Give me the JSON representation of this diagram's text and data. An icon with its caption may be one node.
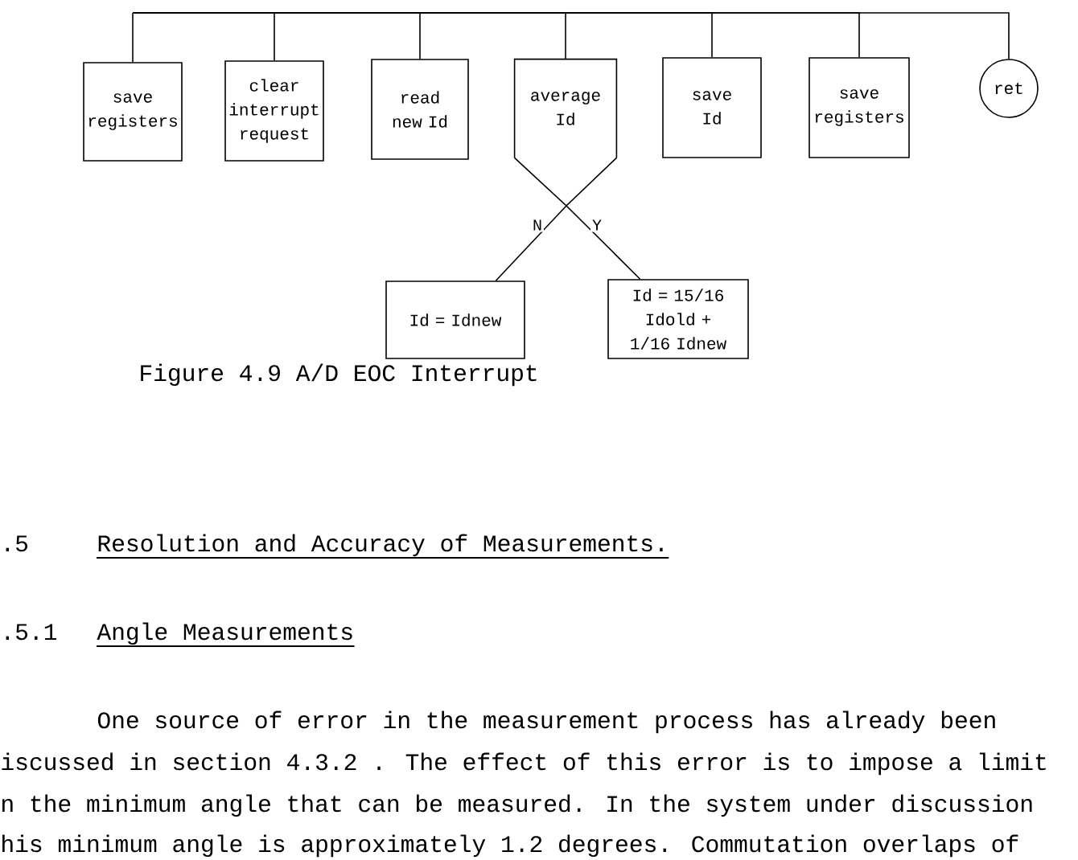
{
  "diagram": {
    "caption": "Figure 4.9 A/D EOC Interrupt",
    "nodes": [
      {
        "text": [
          "save registers"
        ]
      },
      {
        "text": [
          "clear interrupt request"
        ]
      },
      {
        "text": [
          "read new Id"
        ]
      },
      {
        "text": [
          "average Id"
        ]
      },
      {
        "text": [
          "save Id"
        ]
      },
      {
        "text": [
          "save registers"
        ]
      },
      {
        "text": [
          "ret"
        ]
      },
      {
        "text": [
          "Id = Idnew"
        ]
      },
      {
        "text": [
          "Id = 15/16 Idold + 1/16 Idnew"
        ]
      }
    ],
    "edges": [
      {
        "from": null,
        "to": 0,
        "arrow": "none"
      },
      {
        "from": null,
        "to": 1,
        "arrow": "none"
      },
      {
        "from": null,
        "to": 2,
        "arrow": "none"
      },
      {
        "from": null,
        "to": 3,
        "arrow": "none"
      },
      {
        "from": null,
        "to": 4,
        "arrow": "none"
      },
      {
        "from": null,
        "to": 5,
        "arrow": "none"
      },
      {
        "from": null,
        "to": 6,
        "arrow": "none"
      },
      {
        "from": 3,
        "to": 7,
        "arrow": "none",
        "label": "N"
      },
      {
        "from": 3,
        "to": 8,
        "arrow": "none",
        "label": "Y"
      }
    ],
    "labels": [
      ".5",
      "Resolution and Accuracy of Measurements.",
      ".5.1",
      "Angle Measurements",
      "One source of error in the measurement process has already been",
      "iscussed in section 4.3.2 . The effect of this error is to impose a limit",
      "n the minimum angle that can be measured. In the system under discussion",
      "his minimum angle is approximately 1.2 degrees. Commutation overlaps of"
    ]
  }
}
